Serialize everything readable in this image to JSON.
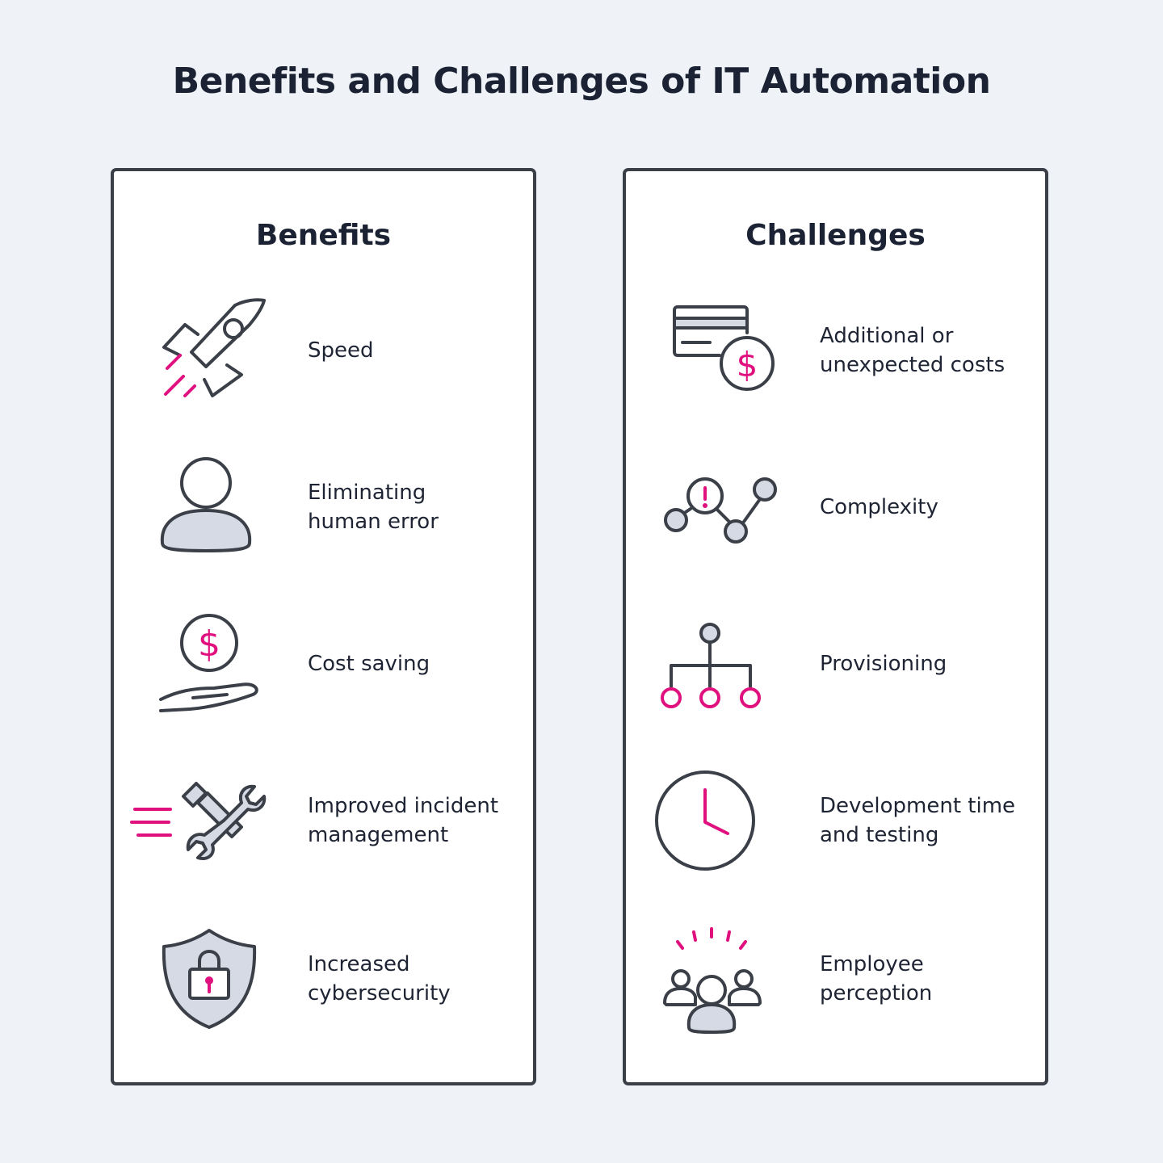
{
  "title": "Benefits and Challenges of IT Automation",
  "accent_color": "#e0117f",
  "outline_color": "#3a3f48",
  "fill_color": "#d5dae4",
  "benefits": {
    "heading": "Benefits",
    "items": [
      {
        "label": "Speed",
        "icon": "rocket-icon"
      },
      {
        "label": "Eliminating\nhuman error",
        "icon": "person-icon"
      },
      {
        "label": "Cost saving",
        "icon": "hand-coin-icon"
      },
      {
        "label": "Improved incident\nmanagement",
        "icon": "hammer-wrench-icon"
      },
      {
        "label": "Increased\ncybersecurity",
        "icon": "shield-lock-icon"
      }
    ]
  },
  "challenges": {
    "heading": "Challenges",
    "items": [
      {
        "label": "Additional or\nunexpected costs",
        "icon": "credit-card-dollar-icon"
      },
      {
        "label": "Complexity",
        "icon": "graph-alert-icon"
      },
      {
        "label": "Provisioning",
        "icon": "hierarchy-icon"
      },
      {
        "label": "Development time\nand testing",
        "icon": "clock-icon"
      },
      {
        "label": "Employee\nperception",
        "icon": "people-group-icon"
      }
    ]
  }
}
